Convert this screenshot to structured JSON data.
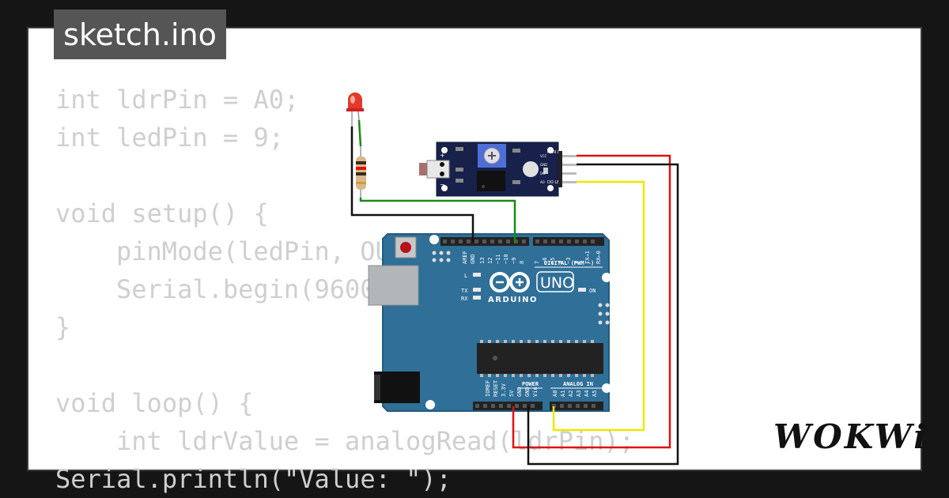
{
  "tab": {
    "filename": "sketch.ino"
  },
  "code": {
    "lines": [
      "int ldrPin = A0;",
      "int ledPin = 9;",
      "",
      "void setup() {",
      "pinMode(ledPin, OUTPUT);",
      "Serial.begin(9600);",
      "}",
      "",
      "void loop() {",
      "int ldrValue = analogRead(ldrPin);",
      "Serial.println(\"Value: \");"
    ]
  },
  "board": {
    "logo_text": "ARDUINO",
    "model": "UNO",
    "digital_header": "DIGITAL (PWM ~)",
    "power_header": "POWER",
    "analog_header": "ANALOG IN",
    "led_l": "L",
    "led_tx": "TX",
    "led_rx": "RX",
    "led_on": "ON",
    "top_pins": [
      "AREF",
      "GND",
      "13",
      "12",
      "~11",
      "~10",
      "~9",
      "8",
      "7",
      "~6",
      "~5",
      "4",
      "~3",
      "2",
      "TX→1",
      "RX←0"
    ],
    "power_pins": [
      "IOREF",
      "RESET",
      "3.3V",
      "5V",
      "GND",
      "GND",
      "Vin"
    ],
    "analog_pins": [
      "A0",
      "A1",
      "A2",
      "A3",
      "A4",
      "A5"
    ]
  },
  "sensor": {
    "pwr_led": "PWR LED",
    "do_led": "DO LED",
    "pins": [
      "VCC",
      "GND",
      "DO",
      "AO"
    ]
  },
  "brand": {
    "name": "WOKWi"
  },
  "colors": {
    "background": "#151515",
    "card": "#ffffff",
    "code_text": "#cfcfcf",
    "tab_bg": "#555555",
    "board_blue": "#2f6f98",
    "sensor_navy": "#17214a",
    "wire_red": "#e01010",
    "wire_black": "#111111",
    "wire_yellow": "#f2e600",
    "wire_green": "#188a18"
  }
}
